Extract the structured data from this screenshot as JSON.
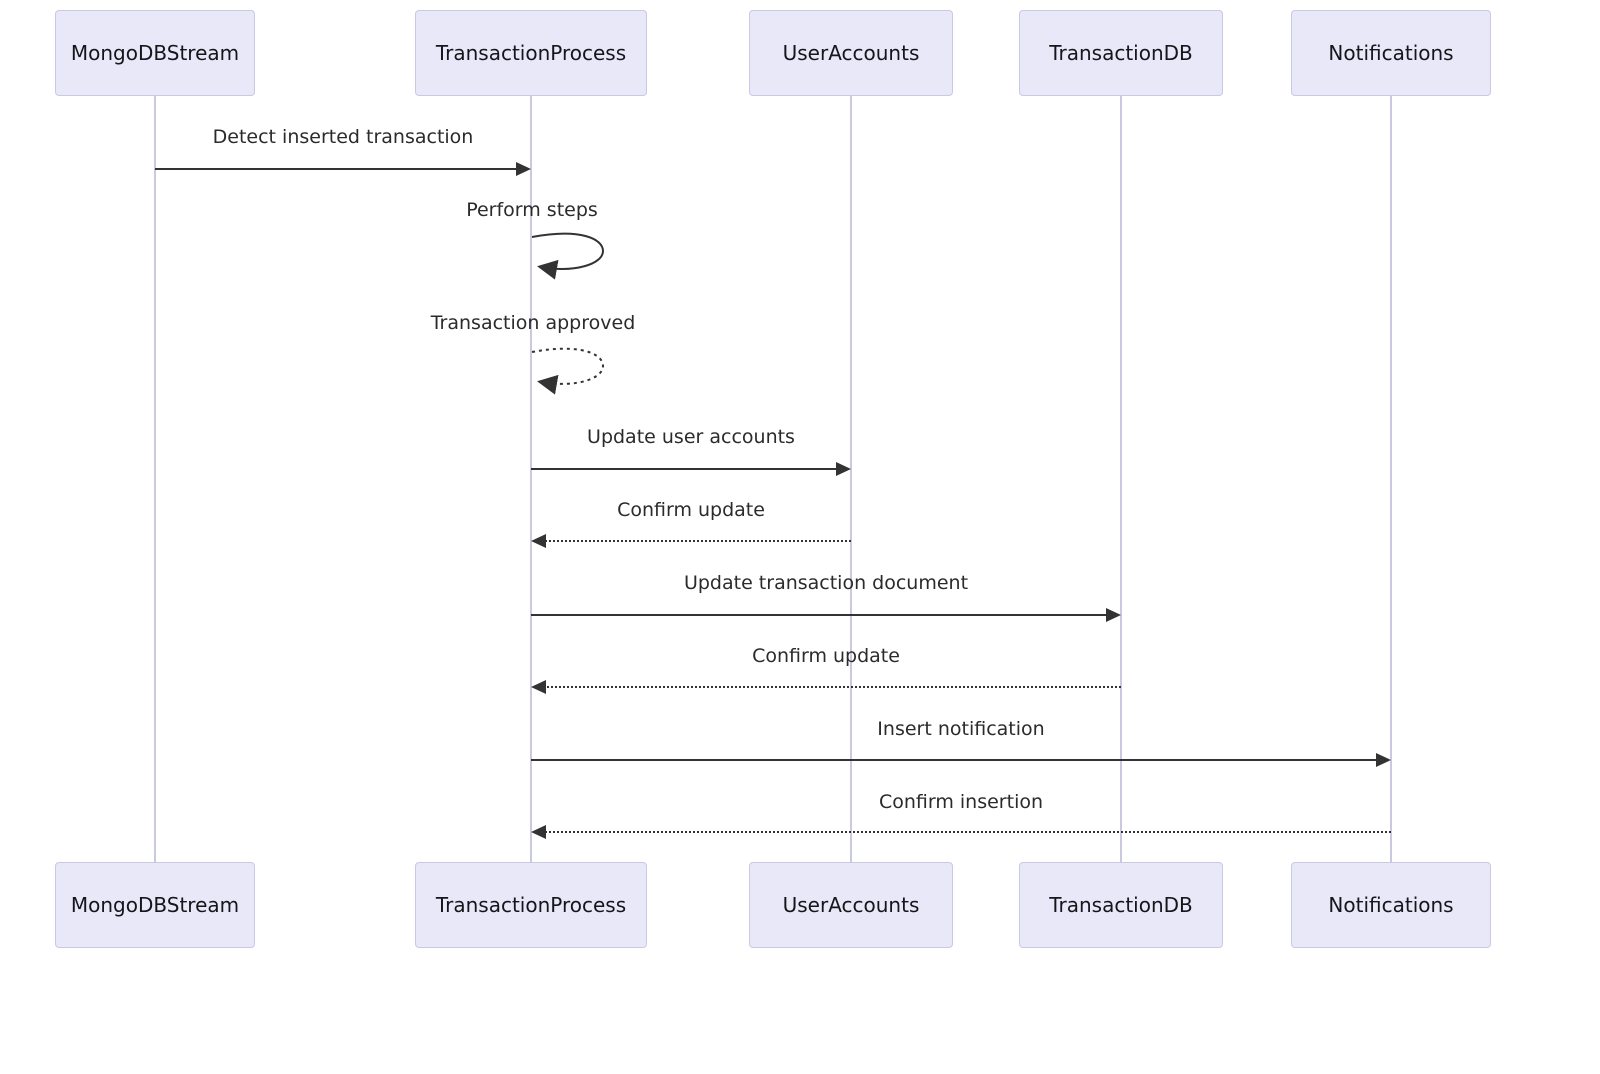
{
  "diagram": {
    "type": "sequence-diagram",
    "actors": [
      "MongoDBStream",
      "TransactionProcess",
      "UserAccounts",
      "TransactionDB",
      "Notifications"
    ],
    "messages": [
      {
        "from": "MongoDBStream",
        "to": "TransactionProcess",
        "label": "Detect inserted transaction",
        "style": "solid"
      },
      {
        "from": "TransactionProcess",
        "to": "TransactionProcess",
        "label": "Perform steps",
        "style": "solid-self"
      },
      {
        "from": "TransactionProcess",
        "to": "TransactionProcess",
        "label": "Transaction approved",
        "style": "dashed-self"
      },
      {
        "from": "TransactionProcess",
        "to": "UserAccounts",
        "label": "Update user accounts",
        "style": "solid"
      },
      {
        "from": "UserAccounts",
        "to": "TransactionProcess",
        "label": "Confirm update",
        "style": "dashed"
      },
      {
        "from": "TransactionProcess",
        "to": "TransactionDB",
        "label": "Update transaction document",
        "style": "solid"
      },
      {
        "from": "TransactionDB",
        "to": "TransactionProcess",
        "label": "Confirm update",
        "style": "dashed"
      },
      {
        "from": "TransactionProcess",
        "to": "Notifications",
        "label": "Insert notification",
        "style": "solid"
      },
      {
        "from": "Notifications",
        "to": "TransactionProcess",
        "label": "Confirm insertion",
        "style": "dashed"
      }
    ],
    "colors": {
      "background": "#ffffff",
      "actor_fill": "#e8e8f8",
      "actor_border": "#c9c9e3",
      "lifeline": "#c9c9e0",
      "arrow": "#333333",
      "text": "#2b2b2b"
    }
  }
}
